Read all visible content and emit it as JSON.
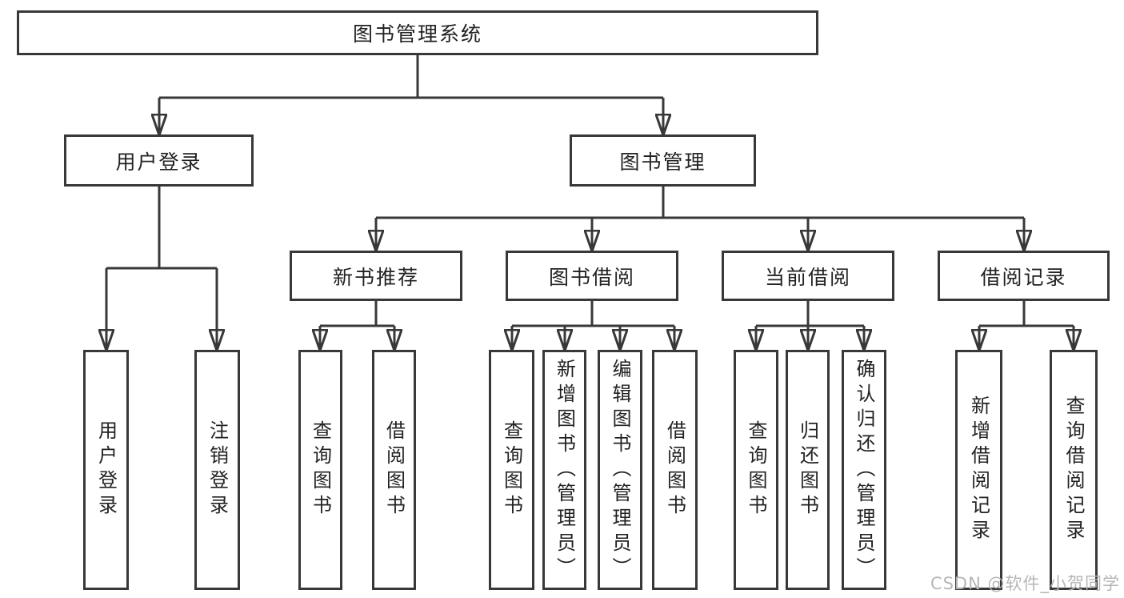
{
  "diagram": {
    "type": "hierarchy-tree",
    "title": "图书管理系统"
  },
  "nodes": {
    "root": {
      "label": "图书管理系统"
    },
    "user_login": {
      "label": "用户登录"
    },
    "book_mgmt": {
      "label": "图书管理"
    },
    "new_book_rec": {
      "label": "新书推荐"
    },
    "book_borrow": {
      "label": "图书借阅"
    },
    "current_borrow": {
      "label": "当前借阅"
    },
    "borrow_records": {
      "label": "借阅记录"
    },
    "leaf_user_login": {
      "label": "用户登录"
    },
    "leaf_logout": {
      "label": "注销登录"
    },
    "leaf_query_book_1": {
      "label": "查询图书"
    },
    "leaf_borrow_book_1": {
      "label": "借阅图书"
    },
    "leaf_query_book_2": {
      "label": "查询图书"
    },
    "leaf_add_book": {
      "label": "新增图书（管理员）"
    },
    "leaf_edit_book": {
      "label": "编辑图书（管理员）"
    },
    "leaf_borrow_book_2": {
      "label": "借阅图书"
    },
    "leaf_query_book_3": {
      "label": "查询图书"
    },
    "leaf_return_book": {
      "label": "归还图书"
    },
    "leaf_confirm_return": {
      "label": "确认归还（管理员）"
    },
    "leaf_add_record": {
      "label": "新增借阅记录"
    },
    "leaf_query_record": {
      "label": "查询借阅记录"
    }
  },
  "edges": [
    [
      "root",
      "user_login"
    ],
    [
      "root",
      "book_mgmt"
    ],
    [
      "user_login",
      "leaf_user_login"
    ],
    [
      "user_login",
      "leaf_logout"
    ],
    [
      "book_mgmt",
      "new_book_rec"
    ],
    [
      "book_mgmt",
      "book_borrow"
    ],
    [
      "book_mgmt",
      "current_borrow"
    ],
    [
      "book_mgmt",
      "borrow_records"
    ],
    [
      "new_book_rec",
      "leaf_query_book_1"
    ],
    [
      "new_book_rec",
      "leaf_borrow_book_1"
    ],
    [
      "book_borrow",
      "leaf_query_book_2"
    ],
    [
      "book_borrow",
      "leaf_add_book"
    ],
    [
      "book_borrow",
      "leaf_edit_book"
    ],
    [
      "book_borrow",
      "leaf_borrow_book_2"
    ],
    [
      "current_borrow",
      "leaf_query_book_3"
    ],
    [
      "current_borrow",
      "leaf_return_book"
    ],
    [
      "current_borrow",
      "leaf_confirm_return"
    ],
    [
      "borrow_records",
      "leaf_add_record"
    ],
    [
      "borrow_records",
      "leaf_query_record"
    ]
  ],
  "watermark": {
    "text": "CSDN @软件_小贺同学"
  },
  "colors": {
    "line": "#383838",
    "box_border": "#383838",
    "text": "#222222",
    "background": "#ffffff",
    "watermark": "#b6b6b6"
  }
}
